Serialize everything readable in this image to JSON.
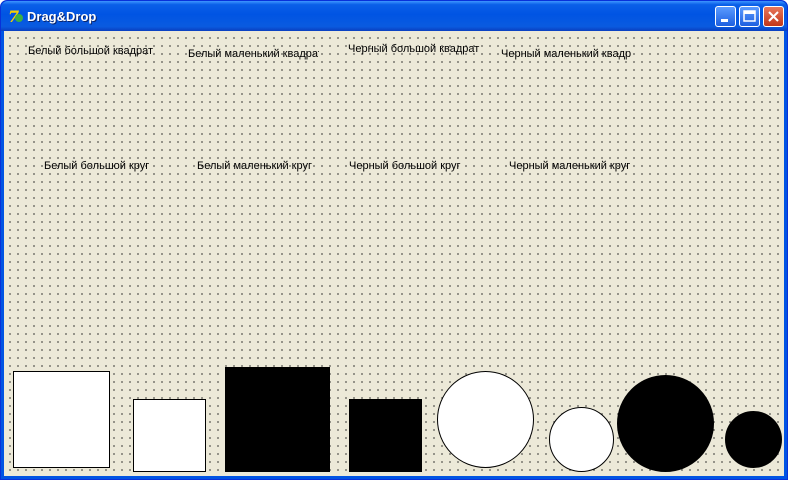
{
  "window": {
    "title": "Drag&Drop",
    "controls": {
      "minimize": "minimize",
      "maximize": "maximize",
      "close": "close"
    }
  },
  "labels": {
    "white_big_square": "Белый большой квадрат",
    "white_small_square": "Белый маленький квадрат",
    "black_big_square": "Черный большой квадрат",
    "black_small_square": "Черный маленький квадрат",
    "white_big_circle": "Белый большой круг",
    "white_small_circle": "Белый маленький круг",
    "black_big_circle": "Черный большой круг",
    "black_small_circle": "Черный маленький круг"
  },
  "shapes": [
    {
      "name": "white-big-square",
      "kind": "square",
      "color": "#ffffff"
    },
    {
      "name": "white-small-square",
      "kind": "square",
      "color": "#ffffff"
    },
    {
      "name": "black-big-square",
      "kind": "square",
      "color": "#000000"
    },
    {
      "name": "black-small-square",
      "kind": "square",
      "color": "#000000"
    },
    {
      "name": "white-big-circle",
      "kind": "circle",
      "color": "#ffffff"
    },
    {
      "name": "white-small-circle",
      "kind": "circle",
      "color": "#ffffff"
    },
    {
      "name": "black-big-circle",
      "kind": "circle",
      "color": "#000000"
    },
    {
      "name": "black-small-circle",
      "kind": "circle",
      "color": "#000000"
    }
  ],
  "colors": {
    "titlebar": "#0054e3",
    "client_background": "#ece9d8",
    "close_button": "#c2371a"
  }
}
